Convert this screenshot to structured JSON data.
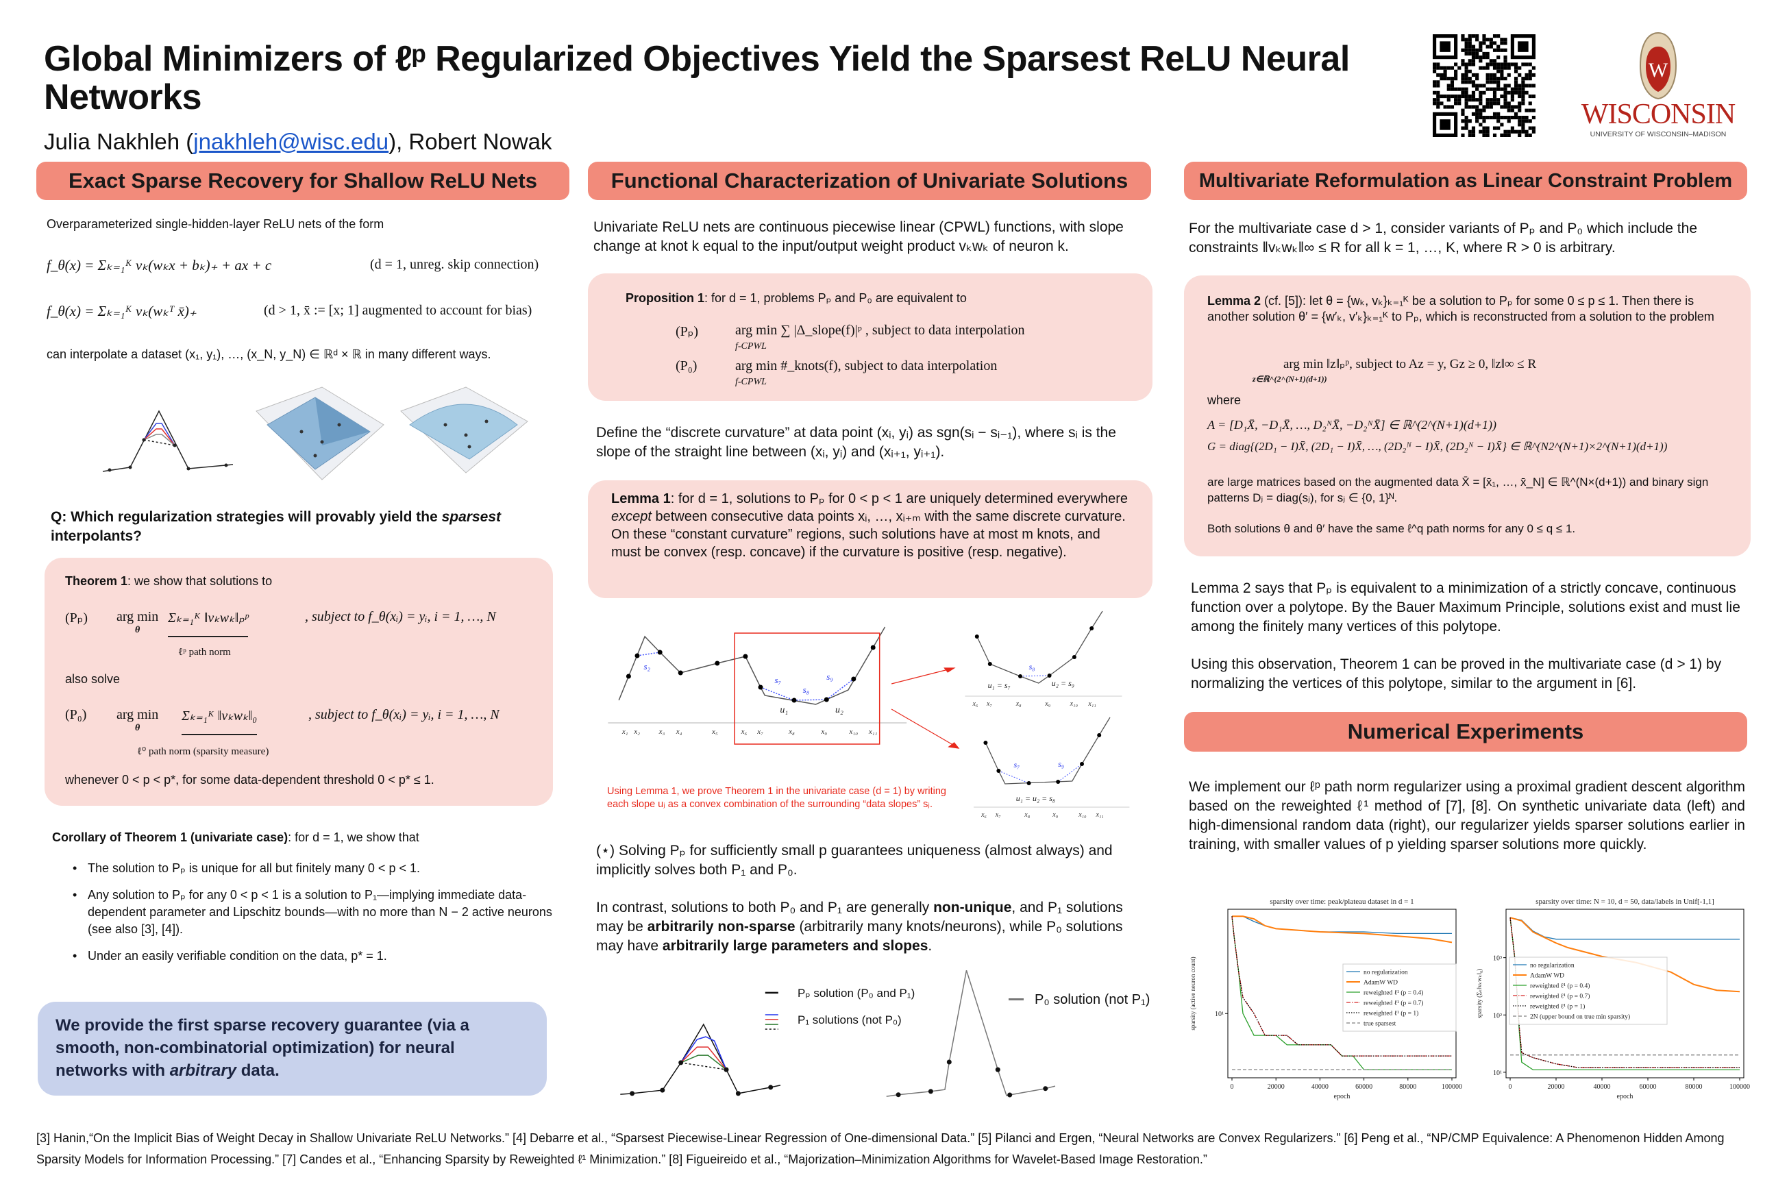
{
  "header": {
    "title": "Global Minimizers of ℓᵖ Regularized Objectives Yield the Sparsest ReLU Neural Networks",
    "author1": "Julia Nakhleh (",
    "email": "jnakhleh@wisc.edu",
    "author2": "), Robert Nowak",
    "logo_name": "WISCONSIN",
    "logo_sub": "UNIVERSITY OF WISCONSIN–MADISON",
    "logo_crest_letter": "W"
  },
  "colors": {
    "header_bg": "#f28b7b",
    "box_bg": "#fadcd8",
    "summary_bg": "#c8d2ec",
    "accent_red": "#e8291c",
    "uw_red": "#b5241b"
  },
  "col1": {
    "heading": "Exact Sparse Recovery for Shallow ReLU Nets",
    "intro": "Overparameterized single-hidden-layer ReLU nets of the form",
    "eq1": "f_θ(x) = Σₖ₌₁ᴷ vₖ(wₖx + bₖ)₊ + ax + c",
    "eq1_note": "(d = 1, unreg. skip connection)",
    "eq2": "f_θ(x) = Σₖ₌₁ᴷ vₖ(wₖᵀ x̄)₊",
    "eq2_note": "(d > 1, x̄ := [x; 1] augmented to account for bias)",
    "interp": "can interpolate a dataset (x₁, y₁), …, (x_N, y_N) ∈ ℝᵈ × ℝ in many different ways.",
    "question_a": "Q: Which regularization strategies will provably yield the ",
    "question_em": "sparsest",
    "question_b": " interpolants?",
    "theorem_label": "Theorem 1",
    "theorem_intro": ": we show that solutions to",
    "pp_label": "(Pₚ)",
    "argmin": "arg min",
    "argmin_sub": "θ",
    "pp_obj": "Σₖ₌₁ᴷ ‖vₖwₖ‖ₚᵖ",
    "pp_brace": "ℓᵖ path norm",
    "constraint": ", subject to f_θ(xᵢ) = yᵢ, i = 1, …, N",
    "also": "also solve",
    "p0_label": "(P₀)",
    "p0_obj": "Σₖ₌₁ᴷ ‖vₖwₖ‖₀",
    "p0_brace": "ℓ⁰ path norm (sparsity measure)",
    "whenever": "whenever 0 < p < p*, for some data-dependent threshold 0 < p* ≤ 1.",
    "corollary_label": "Corollary of Theorem 1 (univariate case)",
    "corollary_intro": ": for d = 1, we show that",
    "bullets": [
      "The solution to Pₚ is unique for all but finitely many 0 < p < 1.",
      "Any solution to Pₚ for any 0 < p < 1 is a solution to P₁—implying immediate data-dependent parameter and Lipschitz bounds—with no more than N − 2 active neurons (see also [3], [4]).",
      "Under an easily verifiable condition on the data, p* = 1."
    ],
    "summary_a": "We provide the first sparse recovery guarantee (via a smooth, non-combinatorial optimization) for neural networks with ",
    "summary_em": "arbitrary",
    "summary_b": " data."
  },
  "col2": {
    "heading": "Functional Characterization of Univariate Solutions",
    "intro": "Univariate ReLU nets are continuous piecewise linear (CPWL) functions, with slope change at knot k equal to the input/output weight product vₖwₖ of neuron k.",
    "prop_label": "Proposition 1",
    "prop_intro": ": for d = 1, problems Pₚ and P₀ are equivalent to",
    "prop_pp": "(Pₚ)",
    "prop_pp_eq": "arg min  ∑ |Δ_slope(f)|ᵖ ,  subject to data interpolation",
    "prop_p0": "(P₀)",
    "prop_p0_eq": "arg min #_knots(f),  subject to data interpolation",
    "prop_sub": "f-CPWL",
    "define": "Define the “discrete curvature” at data point (xᵢ, yᵢ) as sgn(sᵢ − sᵢ₋₁), where sᵢ is the slope of the straight line between (xᵢ, yᵢ) and (xᵢ₊₁, yᵢ₊₁).",
    "lemma_label": "Lemma 1",
    "lemma_a": ": for d = 1, solutions to Pₚ for 0 < p < 1 are uniquely determined everywhere ",
    "lemma_em": "except",
    "lemma_b": " between consecutive data points xᵢ, …, xᵢ₊ₘ with the same discrete curvature. On these “constant curvature” regions, such solutions have at most m knots, and must be convex (resp. concave) if the curvature is positive (resp. negative).",
    "caption": "Using Lemma 1, we prove Theorem 1 in the univariate case (d = 1) by writing each slope uⱼ as a convex combination of the surrounding “data slopes” sⱼ.",
    "star": "(⋆) Solving Pₚ for sufficiently small p guarantees uniqueness (almost always) and implicitly solves both P₁ and P₀.",
    "contrast_a": "In contrast, solutions to both P₀ and P₁ are generally ",
    "contrast_b1": "non-unique",
    "contrast_c": ", and P₁ solutions may be ",
    "contrast_b2": "arbitrarily non-sparse",
    "contrast_d": " (arbitrarily many knots/neurons), while P₀ solutions may have ",
    "contrast_b3": "arbitrarily large parameters and slopes",
    "contrast_e": ".",
    "fig": {
      "x_labels": [
        "x₁",
        "x₂",
        "x₃",
        "x₄",
        "x₅",
        "x₆",
        "x₇",
        "x₈",
        "x₉",
        "x₁₀",
        "x₁₁"
      ],
      "s2": "s₂",
      "s7": "s₇",
      "s8": "s₈",
      "s9": "s₉",
      "u1": "u₁",
      "u2": "u₂",
      "top_u1": "u₁ = s₇",
      "top_u2": "u₂ = s₉",
      "bottom_u": "u₁ = u₂ = s₈"
    },
    "legend": {
      "pp": "Pₚ solution (P₀ and P₁)",
      "p1": "P₁ solutions (not P₀)",
      "p0": "P₀ solution (not P₁)"
    }
  },
  "col3": {
    "heading": "Multivariate Reformulation as Linear Constraint Problem",
    "intro": "For the multivariate case d > 1, consider variants of Pₚ and P₀ which include the constraints ‖vₖwₖ‖∞ ≤ R for all k = 1, …, K, where R > 0 is arbitrary.",
    "lemma_label": "Lemma 2",
    "lemma_intro": " (cf. [5]): let θ = {wₖ, vₖ}ₖ₌₁ᴷ be a solution to Pₚ for some 0 ≤ p ≤ 1. Then there is another solution θ′ = {w′ₖ, v′ₖ}ₖ₌₁ᴷ to Pₚ, which is reconstructed from a solution to the problem",
    "lemma_eq": "arg min ‖z‖ₚᵖ, subject to Az = y, Gz ≥ 0, ‖z‖∞ ≤ R",
    "lemma_eq_sub": "z∈ℝ^(2^(N+1)(d+1))",
    "where": "where",
    "A_eq": "A = [D₁X̄, −D₁X̄, …, D₂ᴺX̄, −D₂ᴺX̄] ∈ ℝ^(2^(N+1)(d+1))",
    "G_eq": "G = diag{(2D₁ − I)X̄, (2D₁ − I)X̄, …, (2D₂ᴺ − I)X̄, (2D₂ᴺ − I)X̄} ∈ ℝ^(N2^(N+1)×2^(N+1)(d+1))",
    "matrices": "are large matrices based on the augmented data X̄ = [x̄₁, …, x̄_N] ∈ ℝ^(N×(d+1)) and binary sign patterns Dⱼ = diag(sⱼ), for sⱼ ∈ {0, 1}ᴺ.",
    "both": "Both solutions θ and θ′ have the same ℓ^q path norms for any 0 ≤ q ≤ 1.",
    "says": "Lemma 2 says that Pₚ is equivalent to a minimization of a strictly concave, continuous function over a polytope. By the Bauer Maximum Principle, solutions exist and must lie among the finitely many vertices of this polytope.",
    "using": "Using this observation, Theorem 1 can be proved in the multivariate case (d > 1) by normalizing the vertices of this polytope, similar to the argument in [6].",
    "exp_heading": "Numerical Experiments",
    "exp_text": "We implement our ℓᵖ path norm regularizer using a proximal gradient descent algorithm based on the reweighted ℓ¹ method of [7], [8]. On synthetic univariate data (left) and high-dimensional random data (right), our regularizer yields sparser solutions earlier in training, with smaller values of p yielding sparser solutions more quickly."
  },
  "footnote": "[3] Hanin,“On the Implicit Bias of Weight Decay in Shallow Univariate ReLU Networks.” [4] Debarre et al., “Sparsest Piecewise-Linear Regression of One-dimensional Data.” [5] Pilanci and Ergen, “Neural Networks are Convex Regularizers.” [6] Peng et al., “NP/CMP Equivalence: A Phenomenon Hidden Among Sparsity Models for Information Processing.” [7] Candes et al., “Enhancing Sparsity by Reweighted ℓ¹ Minimization.” [8] Figueireido et al., “Majorization–Minimization Algorithms for Wavelet-Based Image Restoration.”",
  "chart_data": [
    {
      "type": "line",
      "title": "sparsity over time: peak/plateau dataset in d = 1",
      "xlabel": "epoch",
      "ylabel": "sparsity (active neuron count)",
      "yscale": "log",
      "xlim": [
        0,
        100000
      ],
      "ylim": [
        3.5,
        55
      ],
      "xticks": [
        0,
        20000,
        40000,
        60000,
        80000,
        100000
      ],
      "xtick_labels": [
        "0",
        "20000",
        "40000",
        "60000",
        "80000",
        "100000"
      ],
      "yticks": [
        10
      ],
      "ytick_labels": [
        "10¹"
      ],
      "legend_position": "center right",
      "series": [
        {
          "name": "no regularization",
          "color": "#1f77b4",
          "style": "solid",
          "points": [
            [
              0,
              49
            ],
            [
              5000,
              49
            ],
            [
              10000,
              45
            ],
            [
              15000,
              42
            ],
            [
              20000,
              40
            ],
            [
              30000,
              39
            ],
            [
              40000,
              38
            ],
            [
              60000,
              38
            ],
            [
              75000,
              37
            ],
            [
              100000,
              37
            ]
          ]
        },
        {
          "name": "AdamW WD",
          "color": "#ff7f0e",
          "style": "thick",
          "points": [
            [
              0,
              49
            ],
            [
              5000,
              49
            ],
            [
              10000,
              47
            ],
            [
              15000,
              42
            ],
            [
              20000,
              40
            ],
            [
              40000,
              38
            ],
            [
              60000,
              37
            ],
            [
              80000,
              35
            ],
            [
              90000,
              34
            ],
            [
              100000,
              32
            ]
          ]
        },
        {
          "name": "reweighted ℓ¹ (p = 0.4)",
          "color": "#2ca02c",
          "style": "solid",
          "points": [
            [
              0,
              49
            ],
            [
              1000,
              35
            ],
            [
              3000,
              20
            ],
            [
              4000,
              14
            ],
            [
              5000,
              10
            ],
            [
              10000,
              7
            ],
            [
              20000,
              7
            ],
            [
              25000,
              6
            ],
            [
              45000,
              6
            ],
            [
              50000,
              5
            ],
            [
              55000,
              5
            ],
            [
              60000,
              4
            ],
            [
              100000,
              4
            ]
          ]
        },
        {
          "name": "reweighted ℓ¹ (p = 0.7)",
          "color": "#d62728",
          "style": "dashdot",
          "points": [
            [
              0,
              49
            ],
            [
              1000,
              35
            ],
            [
              3000,
              20
            ],
            [
              5000,
              13
            ],
            [
              10000,
              10
            ],
            [
              15000,
              7
            ],
            [
              25000,
              7
            ],
            [
              30000,
              6
            ],
            [
              45000,
              6
            ],
            [
              50000,
              5
            ],
            [
              100000,
              5
            ]
          ]
        },
        {
          "name": "reweighted ℓ¹ (p = 1)",
          "color": "#000000",
          "style": "dotted",
          "points": [
            [
              0,
              49
            ],
            [
              1000,
              35
            ],
            [
              3000,
              20
            ],
            [
              5000,
              13
            ],
            [
              10000,
              10
            ],
            [
              15000,
              7
            ],
            [
              25000,
              7
            ],
            [
              30000,
              6
            ],
            [
              45000,
              6
            ],
            [
              50000,
              5
            ],
            [
              100000,
              5
            ]
          ]
        },
        {
          "name": "true sparsest",
          "color": "#7f7f7f",
          "style": "dashed",
          "points": [
            [
              0,
              4
            ],
            [
              100000,
              4
            ]
          ]
        }
      ]
    },
    {
      "type": "line",
      "title": "sparsity over time: N = 10, d = 50, data/labels in Unif[-1,1]",
      "xlabel": "epoch",
      "ylabel": "sparsity (Σₖ‖vₖwₖ‖₀)",
      "yscale": "log",
      "xlim": [
        0,
        100000
      ],
      "ylim": [
        8,
        7000
      ],
      "xticks": [
        0,
        20000,
        40000,
        60000,
        80000,
        100000
      ],
      "xtick_labels": [
        "0",
        "20000",
        "40000",
        "60000",
        "80000",
        "100000"
      ],
      "yticks": [
        10,
        100,
        1000
      ],
      "ytick_labels": [
        "10¹",
        "10²",
        "10³"
      ],
      "legend_position": "center left",
      "series": [
        {
          "name": "no regularization",
          "color": "#1f77b4",
          "style": "solid",
          "points": [
            [
              0,
              5000
            ],
            [
              5000,
              4500
            ],
            [
              10000,
              2900
            ],
            [
              15000,
              2300
            ],
            [
              20000,
              2100
            ],
            [
              100000,
              2100
            ]
          ]
        },
        {
          "name": "AdamW WD",
          "color": "#ff7f0e",
          "style": "thick",
          "points": [
            [
              0,
              5000
            ],
            [
              5000,
              4400
            ],
            [
              10000,
              2800
            ],
            [
              20000,
              1800
            ],
            [
              25000,
              1500
            ],
            [
              40000,
              1050
            ],
            [
              55000,
              820
            ],
            [
              70000,
              560
            ],
            [
              80000,
              340
            ],
            [
              90000,
              270
            ],
            [
              100000,
              255
            ]
          ]
        },
        {
          "name": "reweighted ℓ¹ (p = 0.4)",
          "color": "#2ca02c",
          "style": "solid",
          "points": [
            [
              0,
              5000
            ],
            [
              2000,
              1000
            ],
            [
              4000,
              50
            ],
            [
              5000,
              15
            ],
            [
              10000,
              11
            ],
            [
              100000,
              11
            ]
          ]
        },
        {
          "name": "reweighted ℓ¹ (p = 0.7)",
          "color": "#d62728",
          "style": "dashdot",
          "points": [
            [
              0,
              5000
            ],
            [
              2000,
              1000
            ],
            [
              4000,
              60
            ],
            [
              5000,
              22
            ],
            [
              10000,
              18
            ],
            [
              20000,
              14
            ],
            [
              30000,
              12
            ],
            [
              100000,
              12
            ]
          ]
        },
        {
          "name": "reweighted ℓ¹ (p = 1)",
          "color": "#000000",
          "style": "dotted",
          "points": [
            [
              0,
              5000
            ],
            [
              2000,
              1000
            ],
            [
              4000,
              60
            ],
            [
              5000,
              22
            ],
            [
              10000,
              18
            ],
            [
              20000,
              14
            ],
            [
              30000,
              12
            ],
            [
              100000,
              12
            ]
          ]
        },
        {
          "name": "2N (upper bound on true min sparsity)",
          "color": "#7f7f7f",
          "style": "dashed",
          "points": [
            [
              0,
              20
            ],
            [
              100000,
              20
            ]
          ]
        }
      ]
    }
  ]
}
